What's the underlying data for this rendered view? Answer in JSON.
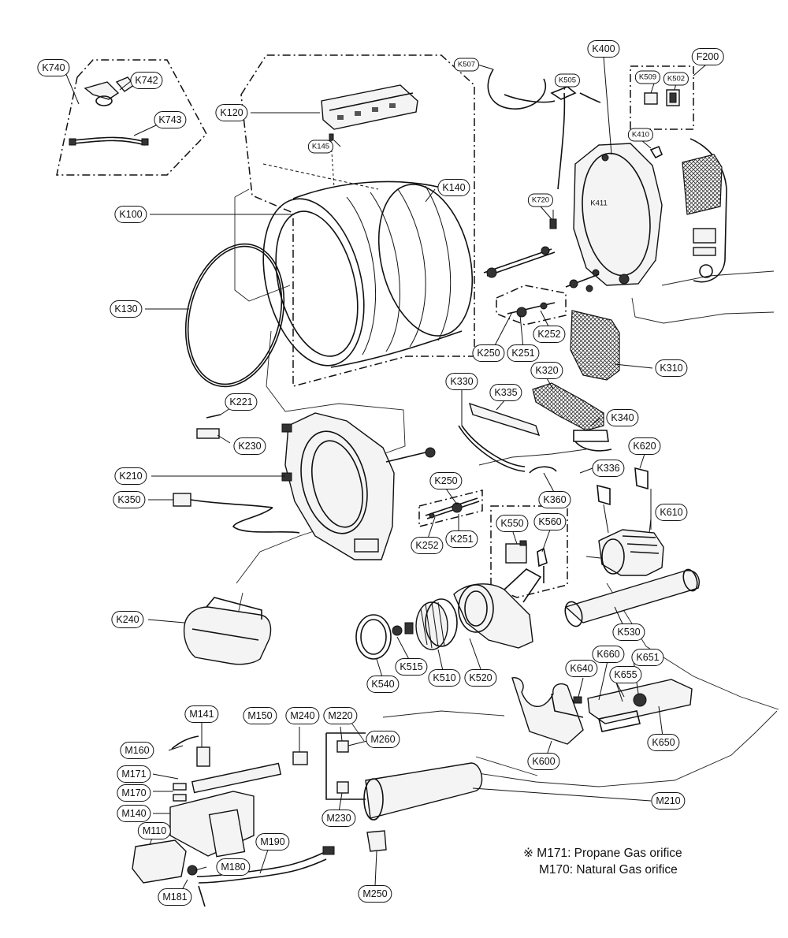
{
  "labels": {
    "K740": "K740",
    "K742": "K742",
    "K743": "K743",
    "K120": "K120",
    "K145": "K145",
    "K507": "K507",
    "K505": "K505",
    "K400": "K400",
    "F200": "F200",
    "K509": "K509",
    "K502": "K502",
    "K410": "K410",
    "K411": "K411",
    "K720": "K720",
    "K100": "K100",
    "K140": "K140",
    "K130": "K130",
    "K250a": "K250",
    "K251a": "K251",
    "K252a": "K252",
    "K310": "K310",
    "K320": "K320",
    "K330": "K330",
    "K335": "K335",
    "K340": "K340",
    "K221": "K221",
    "K230": "K230",
    "K620": "K620",
    "K336": "K336",
    "K210": "K210",
    "K250b": "K250",
    "K360": "K360",
    "K350": "K350",
    "K610": "K610",
    "K550": "K550",
    "K560": "K560",
    "K252b": "K252",
    "K251b": "K251",
    "K240": "K240",
    "K530": "K530",
    "K515": "K515",
    "K510": "K510",
    "K520": "K520",
    "K540": "K540",
    "K640": "K640",
    "K660": "K660",
    "K651": "K651",
    "K655": "K655",
    "K650": "K650",
    "K600": "K600",
    "M141": "M141",
    "M150": "M150",
    "M240": "M240",
    "M220": "M220",
    "M260": "M260",
    "M160": "M160",
    "M171": "M171",
    "M170": "M170",
    "M140": "M140",
    "M110": "M110",
    "M190": "M190",
    "M180": "M180",
    "M181": "M181",
    "M210": "M210",
    "M230": "M230",
    "M250": "M250"
  },
  "note": {
    "line1": "※ M171: Propane Gas orifice",
    "line2": "M170: Natural Gas orifice"
  }
}
